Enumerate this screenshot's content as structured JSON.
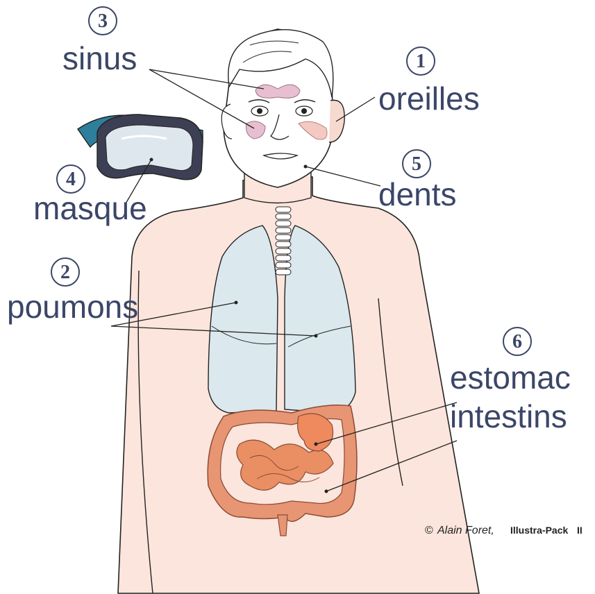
{
  "labels": {
    "sinus": {
      "number": "3",
      "text": "sinus"
    },
    "oreilles": {
      "number": "1",
      "text": "oreilles"
    },
    "masque": {
      "number": "4",
      "text": "masque"
    },
    "dents": {
      "number": "5",
      "text": "dents"
    },
    "poumons": {
      "number": "2",
      "text": "poumons"
    },
    "estomac": {
      "number": "6",
      "text": "estomac",
      "text2": "intestins"
    }
  },
  "credit": {
    "symbol": "©",
    "author": "Alain Foret,",
    "brand": "Illustra-Pack",
    "brand_suffix": "II"
  },
  "colors": {
    "label": "#3b4668",
    "skin": "#fbe5dc",
    "lungs": "#dbe8ee",
    "intestine": "#e89574",
    "sinus": "#e7bfd0",
    "mask_strap": "#2e7f9c",
    "mask_frame": "#3d3f55"
  }
}
